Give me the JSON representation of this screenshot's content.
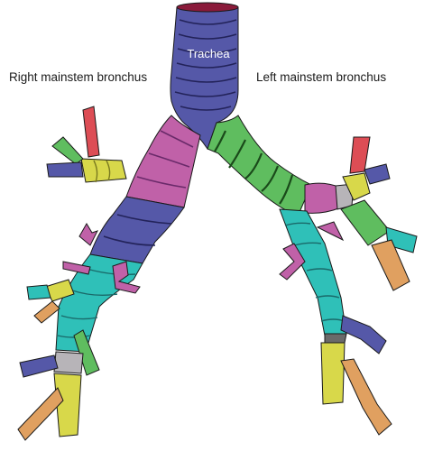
{
  "labels": {
    "right_mainstem": "Right mainstem bronchus",
    "left_mainstem": "Left mainstem bronchus",
    "trachea": "Trachea"
  },
  "colors": {
    "trachea": "#5558a8",
    "right_mainstem": "#c061a8",
    "right_intermediate": "#2fc0b8",
    "right_upper_lobe": "#d8d84a",
    "left_mainstem": "#5fbd5f",
    "left_lower": "#2fc0b8",
    "pink_segment": "#c061a8",
    "red_segment": "#dd4d55",
    "orange_segment": "#e0a060",
    "gray_segment": "#b7b4b8",
    "outline": "#1a1a1a",
    "ring": "#23235a"
  }
}
